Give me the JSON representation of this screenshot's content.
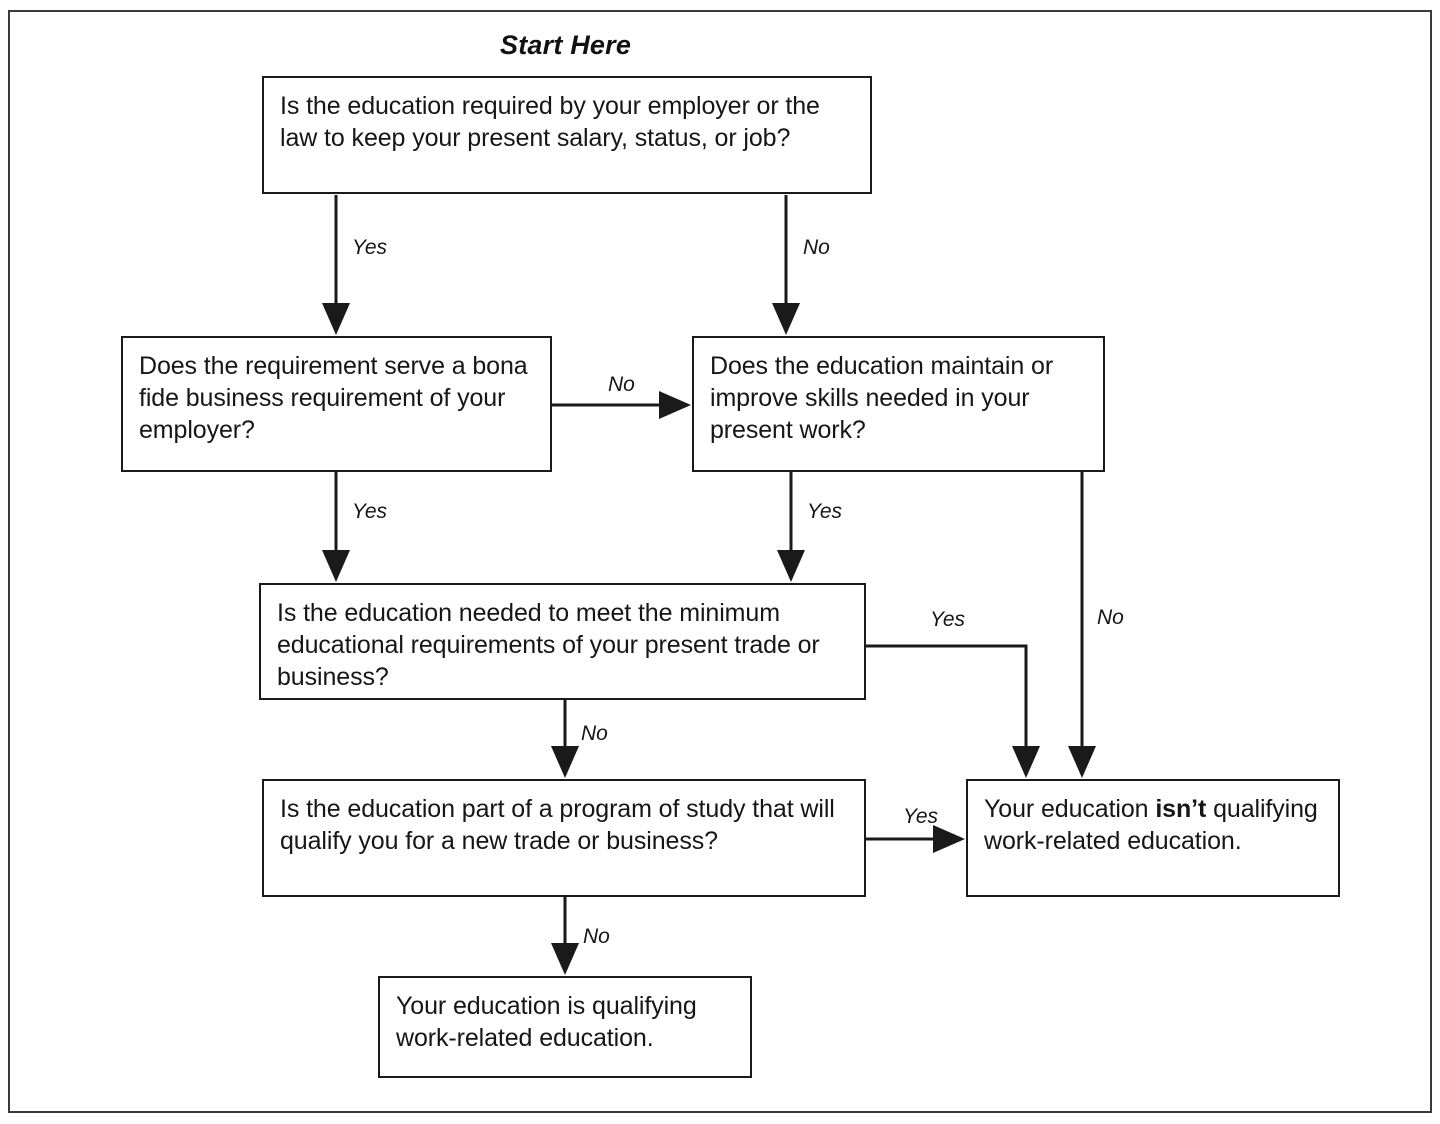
{
  "diagram": {
    "title": "Start Here",
    "nodes": [
      {
        "id": "q1",
        "name": "question-education-required",
        "text": "Is the education required by your employer or the law to keep your present salary, status, or job?"
      },
      {
        "id": "q2",
        "name": "question-bona-fide-business-requirement",
        "text": "Does the requirement serve a bona fide business requirement of your employer?"
      },
      {
        "id": "q3",
        "name": "question-maintain-improve-skills",
        "text": "Does the education maintain or improve skills needed in your present work?"
      },
      {
        "id": "q4",
        "name": "question-minimum-educational-requirements",
        "text": "Is the education needed to meet the minimum educational requirements of your present trade or business?"
      },
      {
        "id": "q5",
        "name": "question-new-trade-or-business",
        "text": "Is the education part of a program of study that will qualify you for a new trade or business?"
      },
      {
        "id": "r-not",
        "name": "result-not-qualifying",
        "text_pre": "Your education ",
        "text_bold": "isn’t",
        "text_post": " qualifying work-related education."
      },
      {
        "id": "r-yes",
        "name": "result-qualifying",
        "text": "Your education is qualifying work-related education."
      }
    ],
    "edges": [
      {
        "id": "e1",
        "from": "q1",
        "to": "q2",
        "label": "Yes"
      },
      {
        "id": "e2",
        "from": "q1",
        "to": "q3",
        "label": "No"
      },
      {
        "id": "e3",
        "from": "q2",
        "to": "q3",
        "label": "No"
      },
      {
        "id": "e4",
        "from": "q2",
        "to": "q4",
        "label": "Yes"
      },
      {
        "id": "e5",
        "from": "q3",
        "to": "q4",
        "label": "Yes"
      },
      {
        "id": "e6",
        "from": "q3",
        "to": "r-not",
        "label": "No"
      },
      {
        "id": "e7",
        "from": "q4",
        "to": "r-not",
        "label": "Yes"
      },
      {
        "id": "e8",
        "from": "q4",
        "to": "q5",
        "label": "No"
      },
      {
        "id": "e9",
        "from": "q5",
        "to": "r-not",
        "label": "Yes"
      },
      {
        "id": "e10",
        "from": "q5",
        "to": "r-yes",
        "label": "No"
      }
    ],
    "colors": {
      "line": "#1a1a1a",
      "frame": "#3a3a3a",
      "background": "#ffffff",
      "text": "#161616"
    }
  }
}
